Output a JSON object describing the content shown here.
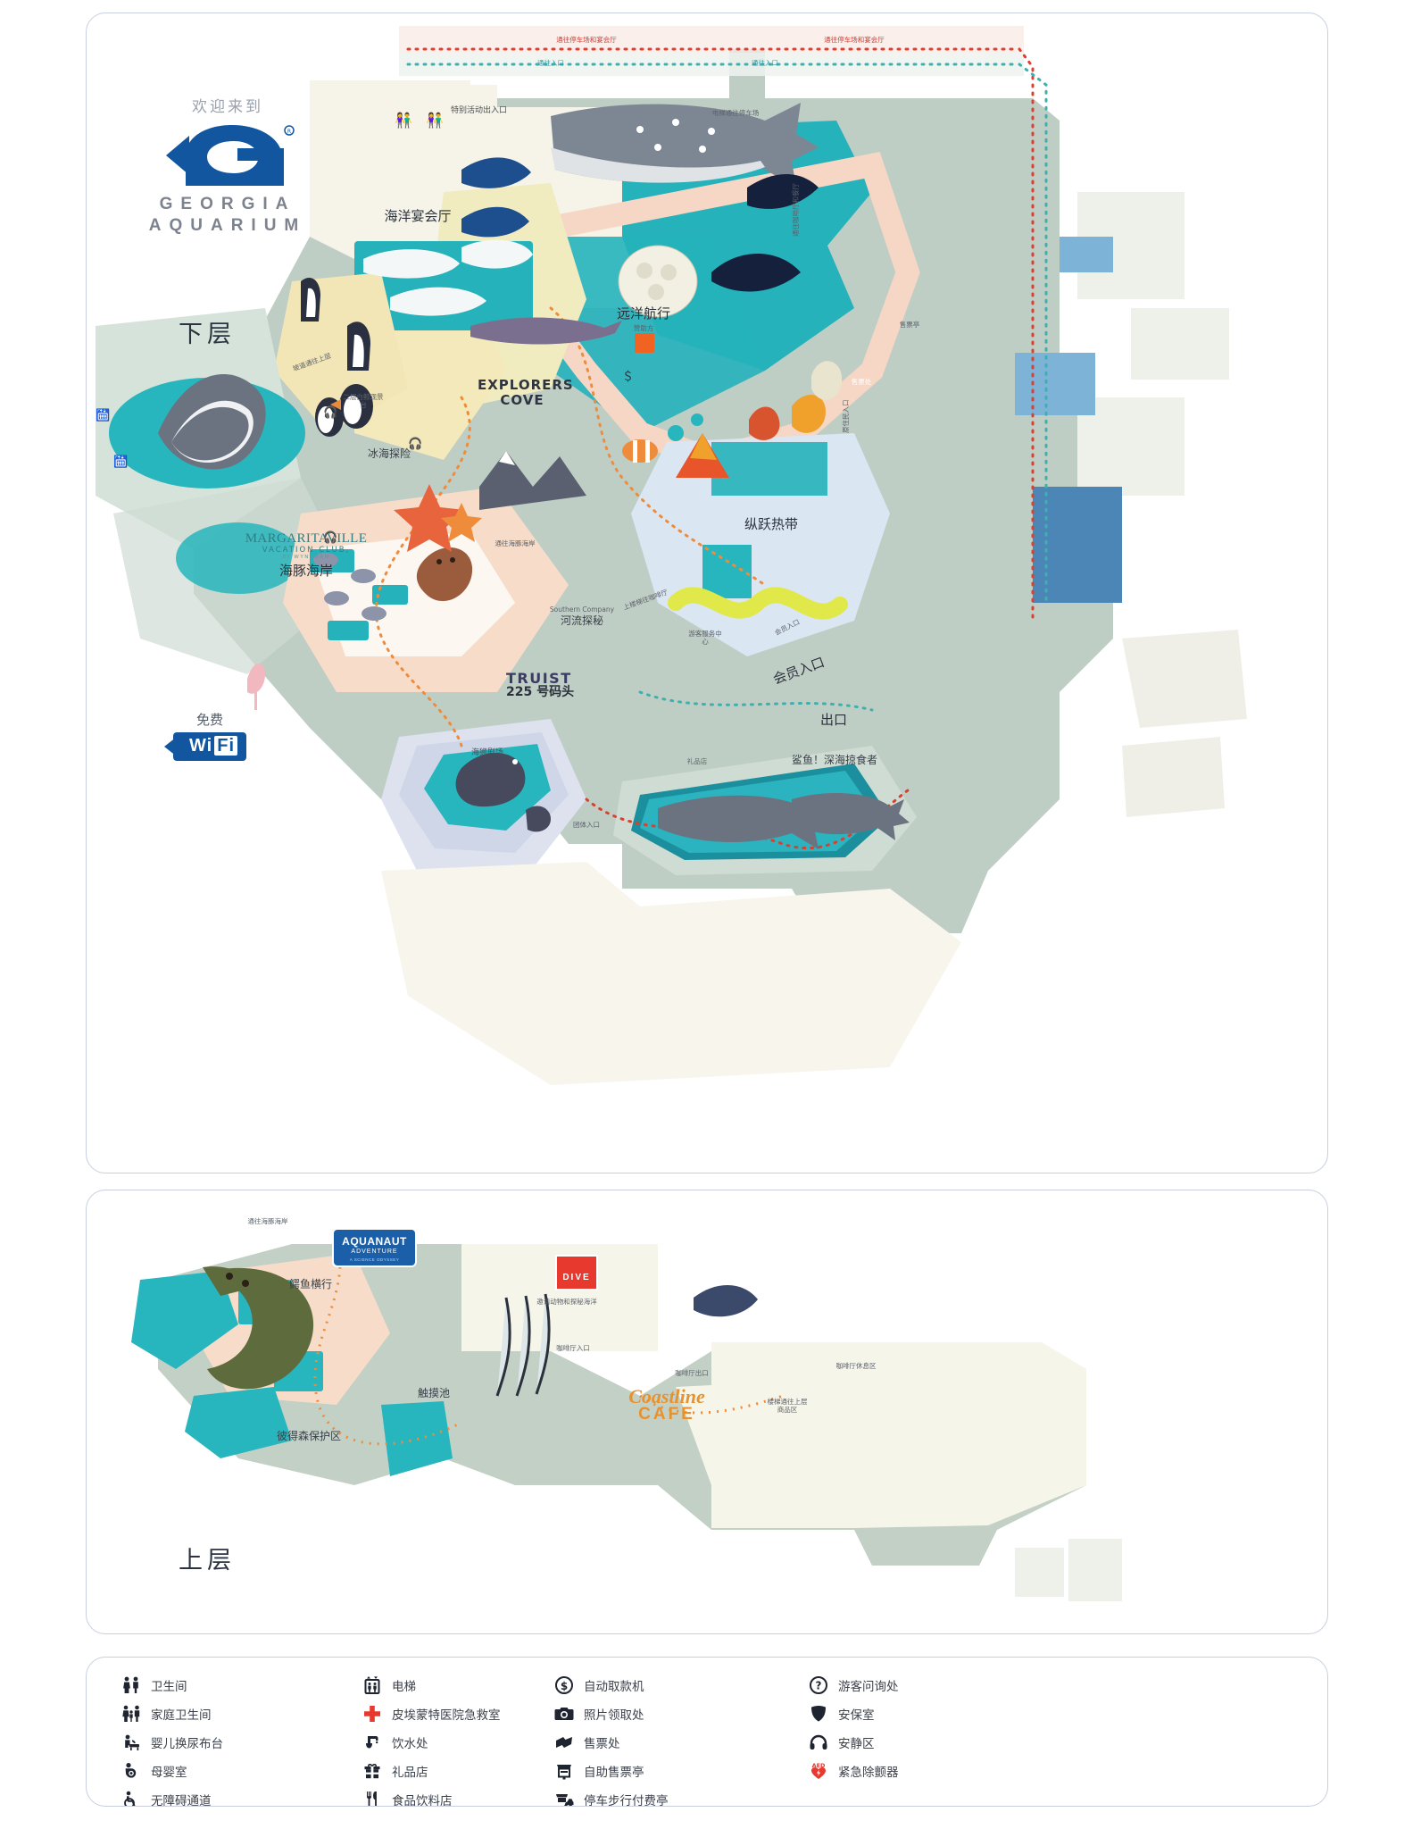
{
  "brand": {
    "welcome": "欢迎来到",
    "name_line1": "GEORGIA",
    "name_line2": "AQUARIUM",
    "logo_icon": "georgia-aquarium-fish-g-logo",
    "registered_mark": "®"
  },
  "wifi": {
    "free_label": "免费",
    "wifi_label": "Wi",
    "wifi_label2": "Fi",
    "icon": "wifi-fish-badge-icon"
  },
  "floors": {
    "lower_label": "下层",
    "upper_label": "上层"
  },
  "lower_level": {
    "routes": [
      {
        "label": "通往停车场和宴会厅",
        "color": "#d8402f"
      },
      {
        "label": "通往入口",
        "color": "#3fb0ad"
      },
      {
        "label": "通往停车场和宴会厅",
        "color": "#d8402f"
      },
      {
        "label": "通往入口",
        "color": "#3fb0ad"
      }
    ],
    "labels": [
      {
        "name": "special-event-entrance",
        "text": "特别活动出入口"
      },
      {
        "name": "ocean-ballroom",
        "text": "海洋宴会厅"
      },
      {
        "name": "elevator-to-parking",
        "text": "电梯通往停车场"
      },
      {
        "name": "ramp-to-upper-level",
        "text": "坡道通往上层"
      },
      {
        "name": "beluga-viewing-deck",
        "text": "二层白鲸观景台"
      },
      {
        "name": "explorers-cove",
        "text": "EXPLORERS COVE"
      },
      {
        "name": "ocean-voyager",
        "text": "远洋航行"
      },
      {
        "name": "ocean-voyager-sponsor",
        "text": "赞助方"
      },
      {
        "name": "cold-water-quest",
        "text": "冰海探险"
      },
      {
        "name": "dolphin-coast",
        "text": "海豚海岸"
      },
      {
        "name": "margaritaville-brand",
        "text": "MARGARITAVILLE"
      },
      {
        "name": "margaritaville-sub",
        "text": "VACATION CLUB,"
      },
      {
        "name": "margaritaville-sub2",
        "text": "BY WYNDHAM"
      },
      {
        "name": "to-dolphin-coast",
        "text": "通往海豚海岸"
      },
      {
        "name": "river-scout-sponsor",
        "text": "Southern Company"
      },
      {
        "name": "river-scout",
        "text": "河流探秘"
      },
      {
        "name": "truist-brand",
        "text": "TRUIST"
      },
      {
        "name": "pier-225",
        "text": "225 号码头"
      },
      {
        "name": "sea-lion-theater",
        "text": "海狮剧场"
      },
      {
        "name": "tropical-diver",
        "text": "纵跃热带"
      },
      {
        "name": "guest-services",
        "text": "游客服务中心"
      },
      {
        "name": "gift-shop",
        "text": "礼品店"
      },
      {
        "name": "member-entrance-vertical",
        "text": "会员入口"
      },
      {
        "name": "member-entrance",
        "text": "会员入口"
      },
      {
        "name": "exit",
        "text": "出口"
      },
      {
        "name": "sharks-predators",
        "text": "鲨鱼！深海掠食者"
      },
      {
        "name": "group-entrance",
        "text": "团体入口"
      },
      {
        "name": "ticket-booth",
        "text": "售票亭"
      },
      {
        "name": "ticket-office",
        "text": "售票处"
      },
      {
        "name": "entrance-vertical",
        "text": "原住民入口"
      },
      {
        "name": "cafe-hall-vertical",
        "text": "通往咖啡厅和餐厅"
      },
      {
        "name": "escalator-to-cafe",
        "text": "上楼梯往咖啡厅"
      }
    ]
  },
  "upper_level": {
    "labels": [
      {
        "name": "to-dolphin-coast",
        "text": "通往海豚海岸"
      },
      {
        "name": "aquanaut-adventure",
        "text": "AQUANAUT"
      },
      {
        "name": "aquanaut-adventure-sub",
        "text": "ADVENTURE"
      },
      {
        "name": "aquanaut-adventure-sub2",
        "text": "A SCIENCE ODYSSEY"
      },
      {
        "name": "gator-crossing",
        "text": "鳄鱼横行"
      },
      {
        "name": "pete-sanctuary",
        "text": "彼得森保护区"
      },
      {
        "name": "touch-pool",
        "text": "触摸池"
      },
      {
        "name": "georgia-dive",
        "text": "DIVE"
      },
      {
        "name": "dive-program",
        "text": "邀请动物和探秘海洋"
      },
      {
        "name": "cafe-entrance",
        "text": "咖啡厅入口"
      },
      {
        "name": "cafe-exit",
        "text": "咖啡厅出口"
      },
      {
        "name": "coastline-cafe",
        "text": "Coastline"
      },
      {
        "name": "coastline-cafe2",
        "text": "CAFE"
      },
      {
        "name": "stairs-to-gift-shop",
        "text": "楼梯通往上层商品区"
      },
      {
        "name": "cafe-seating",
        "text": "咖啡厅休息区"
      }
    ]
  },
  "legend": {
    "columns": [
      [
        {
          "icon": "restroom-icon",
          "label": "卫生间",
          "color": "#1e2430"
        },
        {
          "icon": "family-restroom-icon",
          "label": "家庭卫生间",
          "color": "#1e2430"
        },
        {
          "icon": "baby-changing-icon",
          "label": "婴儿换尿布台",
          "color": "#1e2430"
        },
        {
          "icon": "nursing-room-icon",
          "label": "母婴室",
          "color": "#1e2430"
        },
        {
          "icon": "wheelchair-icon",
          "label": "无障碍通道",
          "color": "#1e2430"
        }
      ],
      [
        {
          "icon": "elevator-icon",
          "label": "电梯",
          "color": "#1e2430"
        },
        {
          "icon": "first-aid-icon",
          "label": "皮埃蒙特医院急救室",
          "color": "#e8392e"
        },
        {
          "icon": "water-fountain-icon",
          "label": "饮水处",
          "color": "#1e2430"
        },
        {
          "icon": "gift-shop-icon",
          "label": "礼品店",
          "color": "#1e2430"
        },
        {
          "icon": "food-drink-icon",
          "label": "食品饮料店",
          "color": "#1e2430"
        }
      ],
      [
        {
          "icon": "atm-icon",
          "label": "自动取款机",
          "color": "#1e2430"
        },
        {
          "icon": "photo-pickup-icon",
          "label": "照片领取处",
          "color": "#1e2430"
        },
        {
          "icon": "ticket-icon",
          "label": "售票处",
          "color": "#1e2430"
        },
        {
          "icon": "ticket-kiosk-icon",
          "label": "自助售票亭",
          "color": "#1e2430"
        },
        {
          "icon": "parking-paystation-icon",
          "label": "停车步行付费亭",
          "color": "#1e2430"
        }
      ],
      [
        {
          "icon": "info-icon",
          "label": "游客问询处",
          "color": "#1e2430"
        },
        {
          "icon": "security-icon",
          "label": "安保室",
          "color": "#1e2430"
        },
        {
          "icon": "quiet-zone-icon",
          "label": "安静区",
          "color": "#1e2430"
        },
        {
          "icon": "aed-icon",
          "label": "紧急除颤器",
          "color": "#e8392e"
        }
      ]
    ]
  },
  "colors": {
    "brand_blue": "#1256a0",
    "water_teal": "#27b6bd",
    "water_deep": "#1aa0ac",
    "sand": "#f2e8c4",
    "pink": "#f7d9cb",
    "building_grey": "#b8c7bd",
    "floor_cream": "#f7f5ea",
    "route_red": "#d8402f",
    "route_orange": "#ef8c3b",
    "route_teal": "#3fb0ad",
    "legend_red": "#e8392e"
  }
}
